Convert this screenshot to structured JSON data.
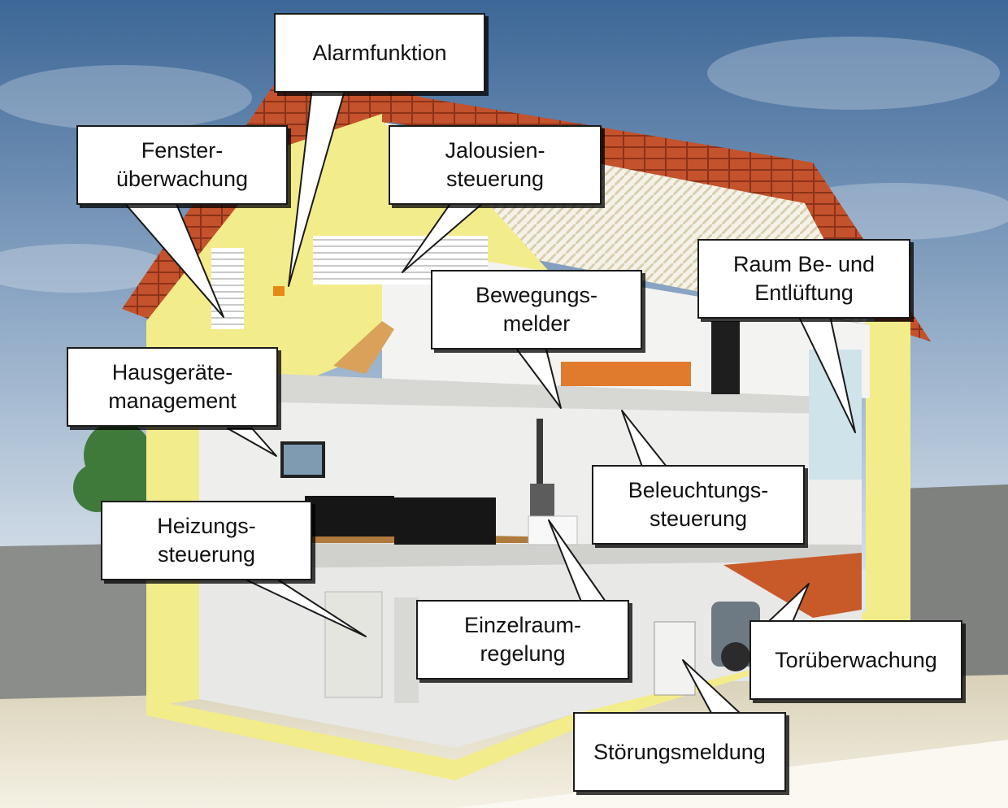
{
  "colors": {
    "sky_top": "#3d6797",
    "sky_bottom": "#c7d6e4",
    "wall": "#f3ec8a",
    "roof": "#c4522c",
    "ground": "#ece6cf",
    "fence": "#8a8d8a",
    "interior": "#f3f3f1",
    "callout_border": "#1a1a1a"
  },
  "callouts": [
    {
      "id": "alarm",
      "label": "Alarmfunktion"
    },
    {
      "id": "window",
      "label": "Fenster-\nüberwachung"
    },
    {
      "id": "blinds",
      "label": "Jalousien-\nsteuerung"
    },
    {
      "id": "ventilation",
      "label": "Raum Be- und\nEntlüftung"
    },
    {
      "id": "motion",
      "label": "Bewegungs-\nmelder"
    },
    {
      "id": "appliances",
      "label": "Hausgeräte-\nmanagement"
    },
    {
      "id": "lighting",
      "label": "Beleuchtungs-\nsteuerung"
    },
    {
      "id": "heating",
      "label": "Heizungs-\nsteuerung"
    },
    {
      "id": "room_control",
      "label": "Einzelraum-\nregelung"
    },
    {
      "id": "gate",
      "label": "Torüberwachung"
    },
    {
      "id": "fault",
      "label": "Störungsmeldung"
    }
  ]
}
